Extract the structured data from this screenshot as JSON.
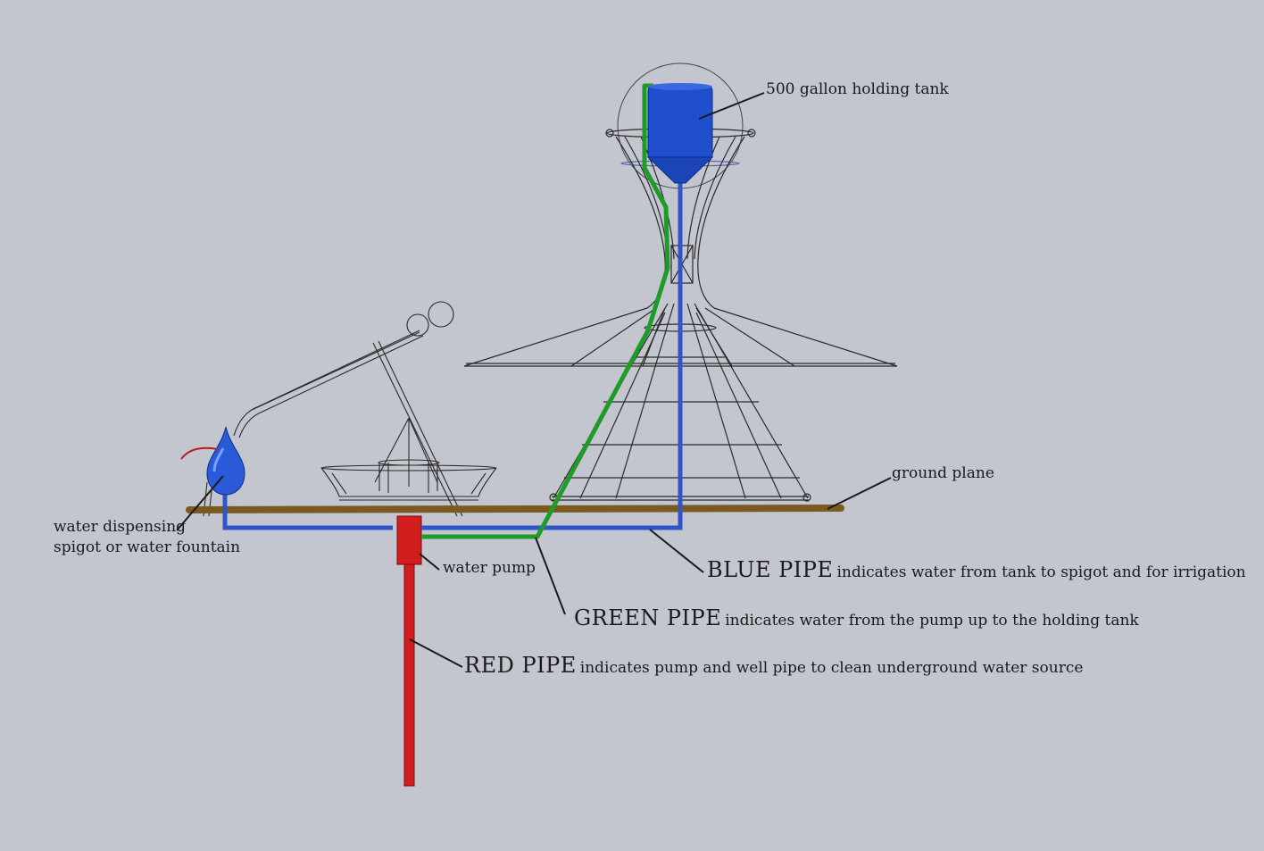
{
  "colors": {
    "background": "#c3c6cf",
    "blue_pipe": "#2f55c8",
    "green_pipe": "#1f9b2a",
    "red_pipe": "#d21e1e",
    "ground": "#7a5a1e",
    "tank": "#1f4fcc",
    "structure_lines": "#2a2a2a"
  },
  "labels": {
    "tank": "500 gallon holding tank",
    "ground": "ground plane",
    "spigot_line1": "water dispensing",
    "spigot_line2": "spigot or water fountain",
    "pump": "water pump",
    "blue_title": "BLUE PIPE",
    "blue_desc": "indicates water from tank to spigot and for irrigation",
    "green_title": "GREEN PIPE",
    "green_desc": "indicates water from the pump up to the holding tank",
    "red_title": "RED PIPE",
    "red_desc": "indicates pump and well pipe to clean underground water source"
  }
}
